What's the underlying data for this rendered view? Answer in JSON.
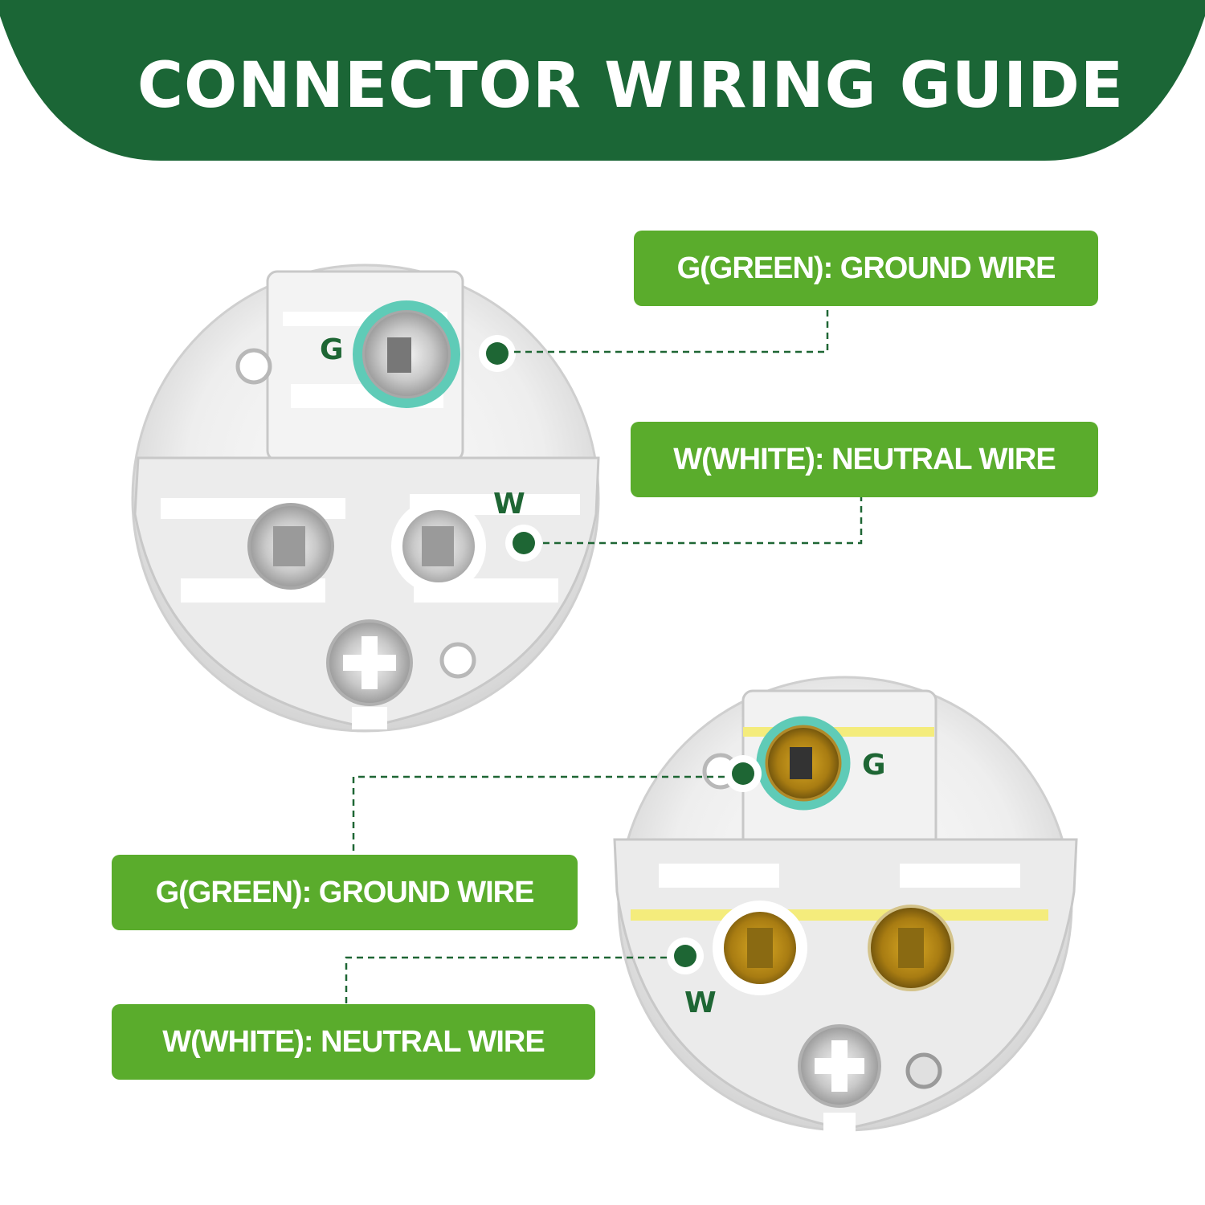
{
  "header": {
    "title": "CONNECTOR WIRING GUIDE",
    "background_color": "#1b6636"
  },
  "colors": {
    "label_green": "#5aac2c",
    "dot_green": "#1e6634",
    "ring_teal": "#5fcbb7"
  },
  "top_connector": {
    "pins": {
      "ground_letter": "G",
      "neutral_letter": "W"
    },
    "labels": {
      "ground": "G(GREEN): GROUND WIRE",
      "neutral": "W(WHITE): NEUTRAL WIRE"
    }
  },
  "bottom_connector": {
    "pins": {
      "ground_letter": "G",
      "neutral_letter": "W"
    },
    "labels": {
      "ground": "G(GREEN): GROUND WIRE",
      "neutral": "W(WHITE): NEUTRAL WIRE"
    }
  }
}
